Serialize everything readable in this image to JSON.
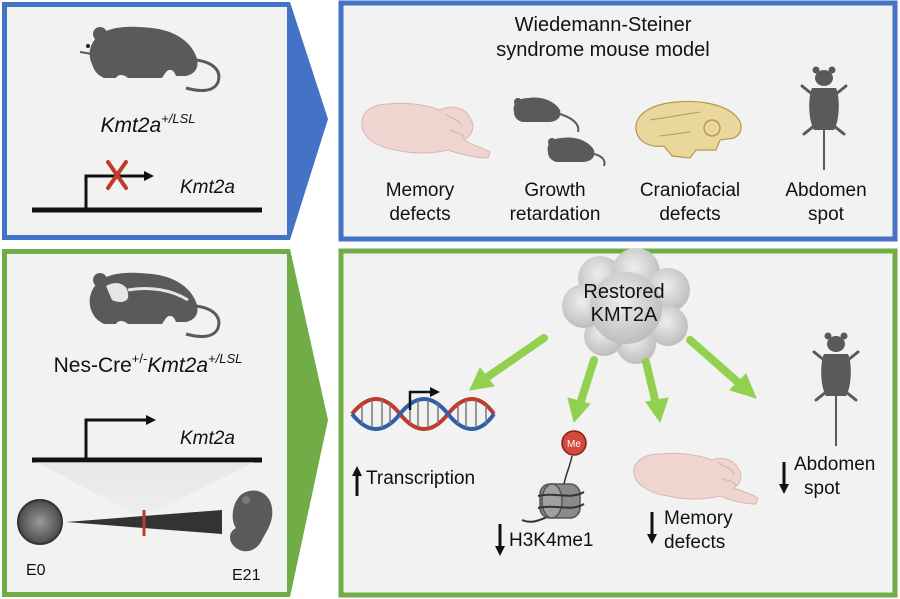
{
  "colors": {
    "blue_border": "#4472c4",
    "green_border": "#70ad47",
    "panel_bg": "#f2f2f2",
    "arrow_green": "#92d050",
    "mouse_gray": "#5a5a5a",
    "brain_pink": "#f0d4d0",
    "skull_tan": "#e9d79c",
    "red_cross": "#c0392b",
    "dna_red": "#c0392b",
    "dna_blue": "#2e5fa8"
  },
  "top_left": {
    "genotype_main": "Kmt2a",
    "genotype_sup": "+/LSL",
    "gene_label": "Kmt2a"
  },
  "top_right": {
    "title_line1": "Wiedemann-Steiner",
    "title_line2": "syndrome mouse model",
    "phenotypes": [
      {
        "line1": "Memory",
        "line2": "defects",
        "icon": "brain-icon"
      },
      {
        "line1": "Growth",
        "line2": "retardation",
        "icon": "mice-icon"
      },
      {
        "line1": "Craniofacial",
        "line2": "defects",
        "icon": "skull-icon"
      },
      {
        "line1": "Abdomen",
        "line2": "spot",
        "icon": "mouse-belly-icon"
      }
    ]
  },
  "bottom_left": {
    "genotype_prefix": "Nes-Cre",
    "genotype_prefix_sup": "+/-",
    "genotype_main": "Kmt2a",
    "genotype_sup": "+/LSL",
    "gene_label": "Kmt2a",
    "stage_start": "E0",
    "stage_end": "E21"
  },
  "bottom_right": {
    "center_line1": "Restored",
    "center_line2": "KMT2A",
    "me_label": "Me",
    "outcomes": [
      {
        "line1": "Transcription",
        "line2": "",
        "direction": "up",
        "icon": "dna-icon"
      },
      {
        "line1": "H3K4me1",
        "line2": "",
        "direction": "down",
        "icon": "nucleosome-icon"
      },
      {
        "line1": "Memory",
        "line2": "defects",
        "direction": "down",
        "icon": "brain-icon"
      },
      {
        "line1": "Abdomen",
        "line2": "spot",
        "direction": "down",
        "icon": "mouse-belly-icon"
      }
    ]
  }
}
